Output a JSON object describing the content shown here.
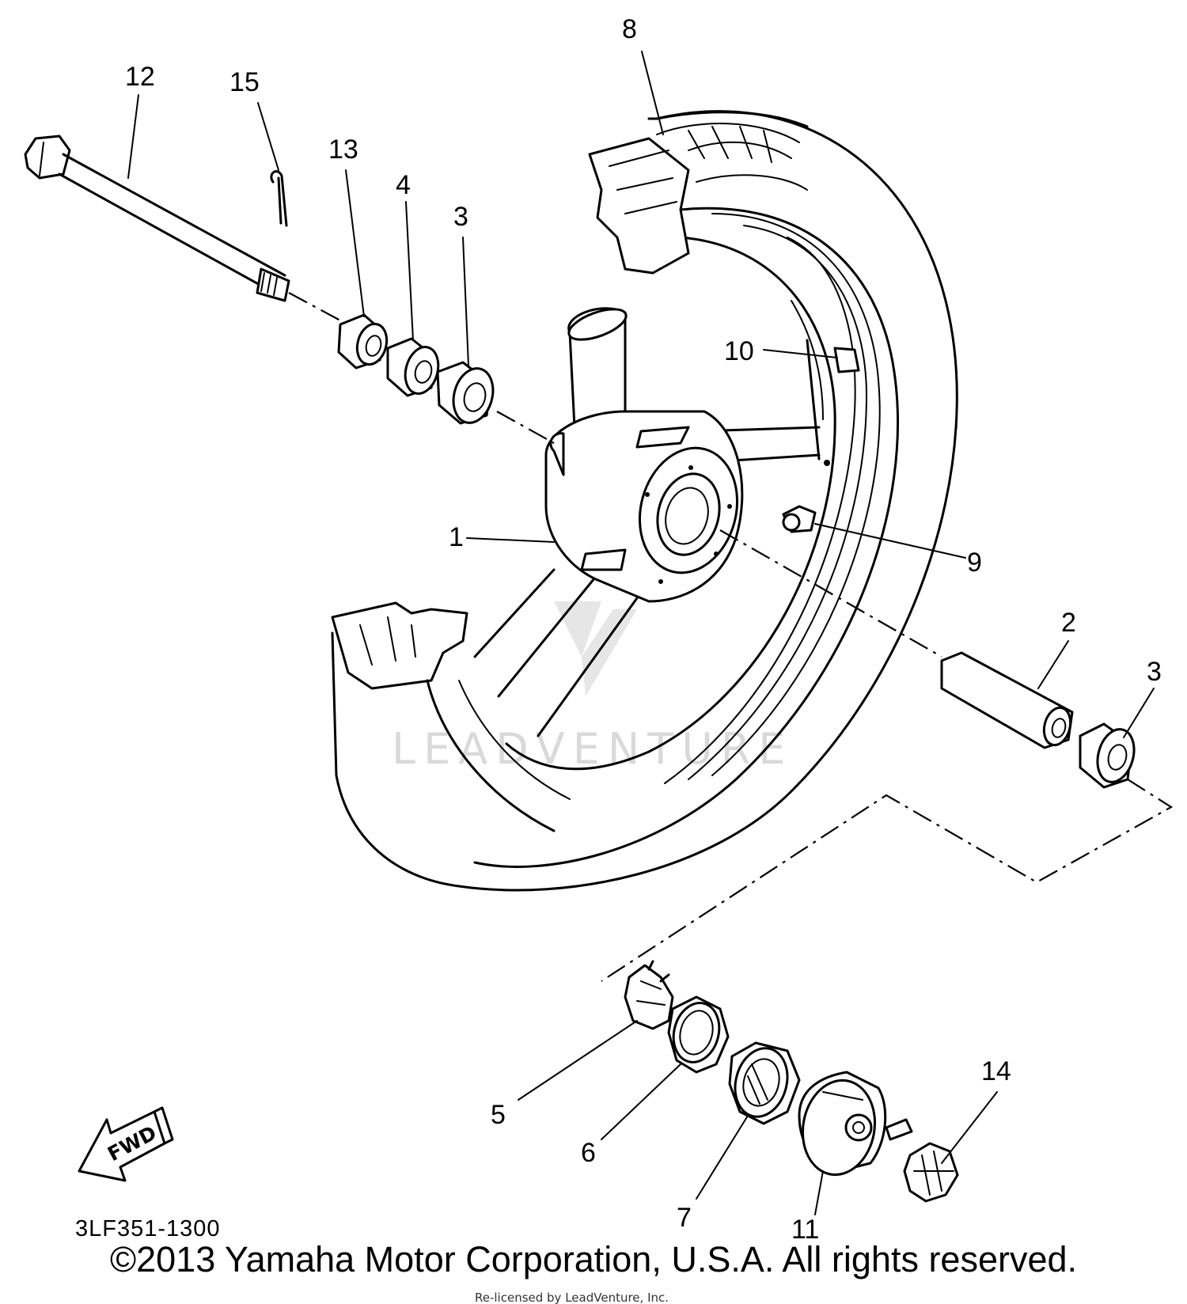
{
  "diagram": {
    "part_code": "3LF351-1300",
    "copyright": "©2013 Yamaha Motor Corporation, U.S.A. All rights reserved.",
    "fwd_label": "FWD",
    "watermark": "LEADVENTURE",
    "footer_small": "Re-licensed by LeadVenture, Inc.",
    "callouts": {
      "c1": "1",
      "c2": "2",
      "c3a": "3",
      "c3b": "3",
      "c4": "4",
      "c5": "5",
      "c6": "6",
      "c7": "7",
      "c8": "8",
      "c9": "9",
      "c10": "10",
      "c11": "11",
      "c12": "12",
      "c13": "13",
      "c14": "14",
      "c15": "15"
    }
  }
}
